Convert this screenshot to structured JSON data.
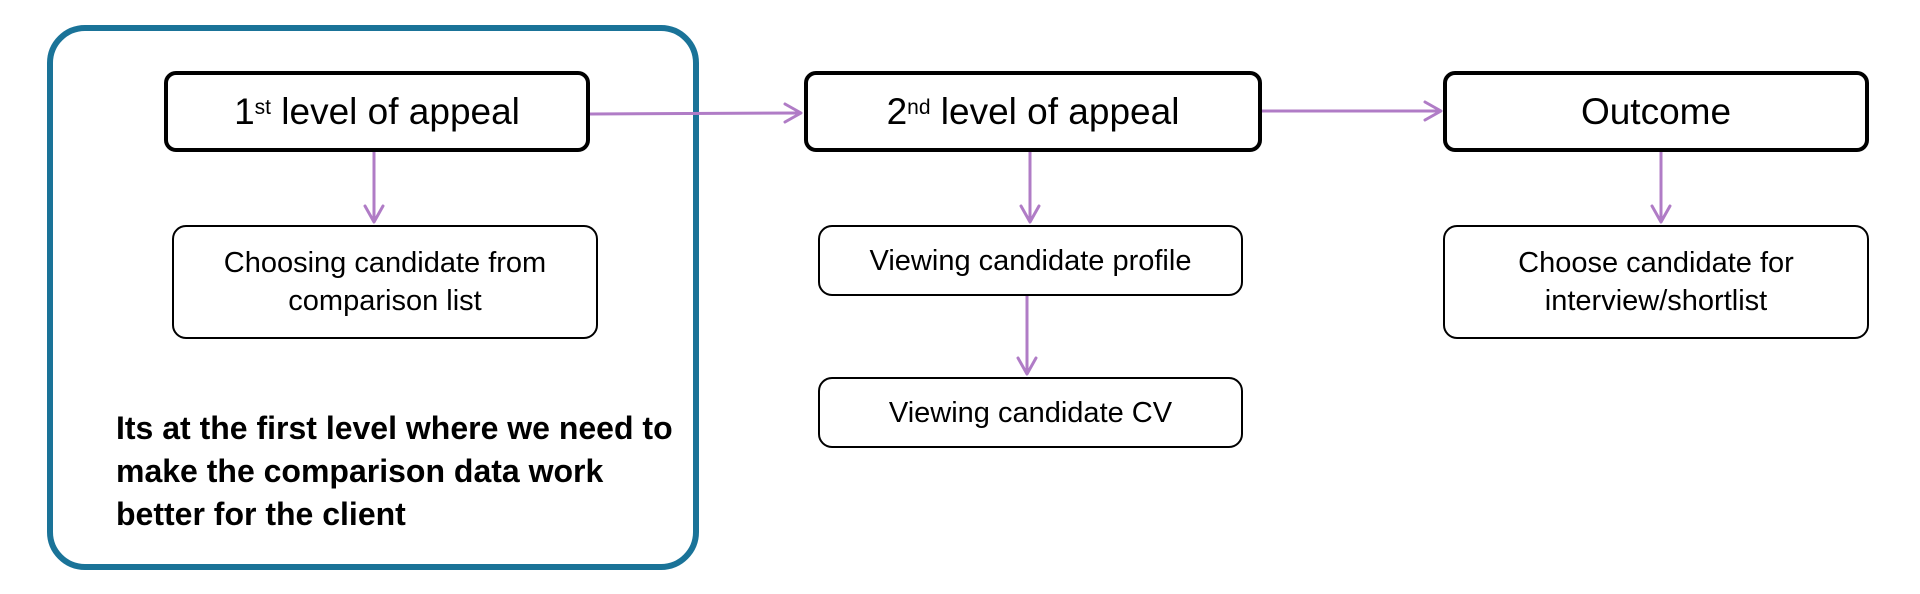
{
  "levels": [
    {
      "number": "1",
      "suffix": "st",
      "label": "level of appeal"
    },
    {
      "number": "2",
      "suffix": "nd",
      "label": "level of appeal"
    }
  ],
  "outcome": {
    "label": "Outcome"
  },
  "steps": {
    "choosing_candidate": "Choosing candidate from comparison list",
    "viewing_profile": "Viewing candidate profile",
    "viewing_cv": "Viewing candidate CV",
    "choose_for_interview": "Choose candidate for interview/shortlist"
  },
  "note": "Its at the first level where we need to make the comparison data work better for the client",
  "colors": {
    "highlight_frame": "#1a7398",
    "arrow": "#b07cc6",
    "box_border": "#000000"
  }
}
